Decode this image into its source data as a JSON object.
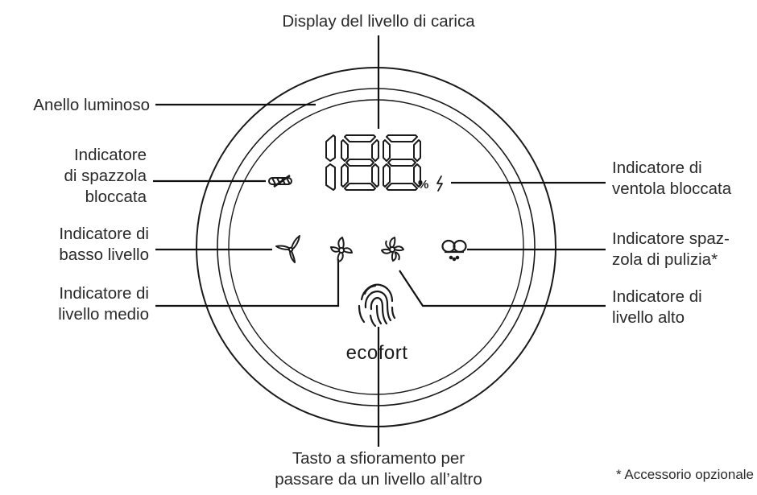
{
  "labels": {
    "charge_display": "Display del livello di carica",
    "light_ring": "Anello luminoso",
    "brush_blocked": [
      "Indicatore",
      "di spazzola",
      "bloccata"
    ],
    "fan_blocked": [
      "Indicatore di",
      "ventola bloccata"
    ],
    "low_level": [
      "Indicatore di",
      "basso livello"
    ],
    "cleaning_brush": [
      "Indicatore spaz-",
      "zola di pulizia*"
    ],
    "medium_level": [
      "Indicatore di",
      "livello medio"
    ],
    "high_level": [
      "Indicatore di",
      "livello alto"
    ],
    "touch_key": [
      "Tasto a sfioramento per",
      "passare da un livello all’altro"
    ]
  },
  "display": {
    "percent_sign": "%"
  },
  "brand": "ecofort",
  "footnote": "* Accessorio opzionale",
  "icons": {
    "brush_blocked": "blocked-brush-icon",
    "fan_blocked": "lightning-icon",
    "low_level": "fan-low-icon",
    "medium_level": "fan-medium-icon",
    "high_level": "fan-high-icon",
    "cleaning_brush": "cleaning-brush-icon",
    "touch_key": "fingerprint-icon"
  },
  "colors": {
    "ink": "#1a1a1a",
    "text": "#2a2a2a"
  }
}
